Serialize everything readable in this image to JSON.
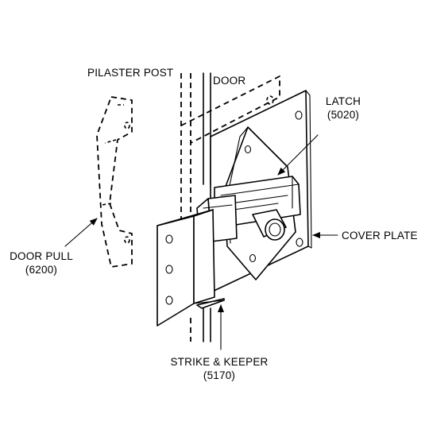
{
  "labels": {
    "pilaster_post": "PILASTER POST",
    "door": "DOOR",
    "latch_name": "LATCH",
    "latch_code": "(5020)",
    "cover_plate": "COVER PLATE",
    "door_pull_name": "DOOR PULL",
    "door_pull_code": "(6200)",
    "strike_keeper_name": "STRIKE & KEEPER",
    "strike_keeper_code": "(5170)"
  },
  "colors": {
    "line": "#000000",
    "background": "#ffffff"
  }
}
